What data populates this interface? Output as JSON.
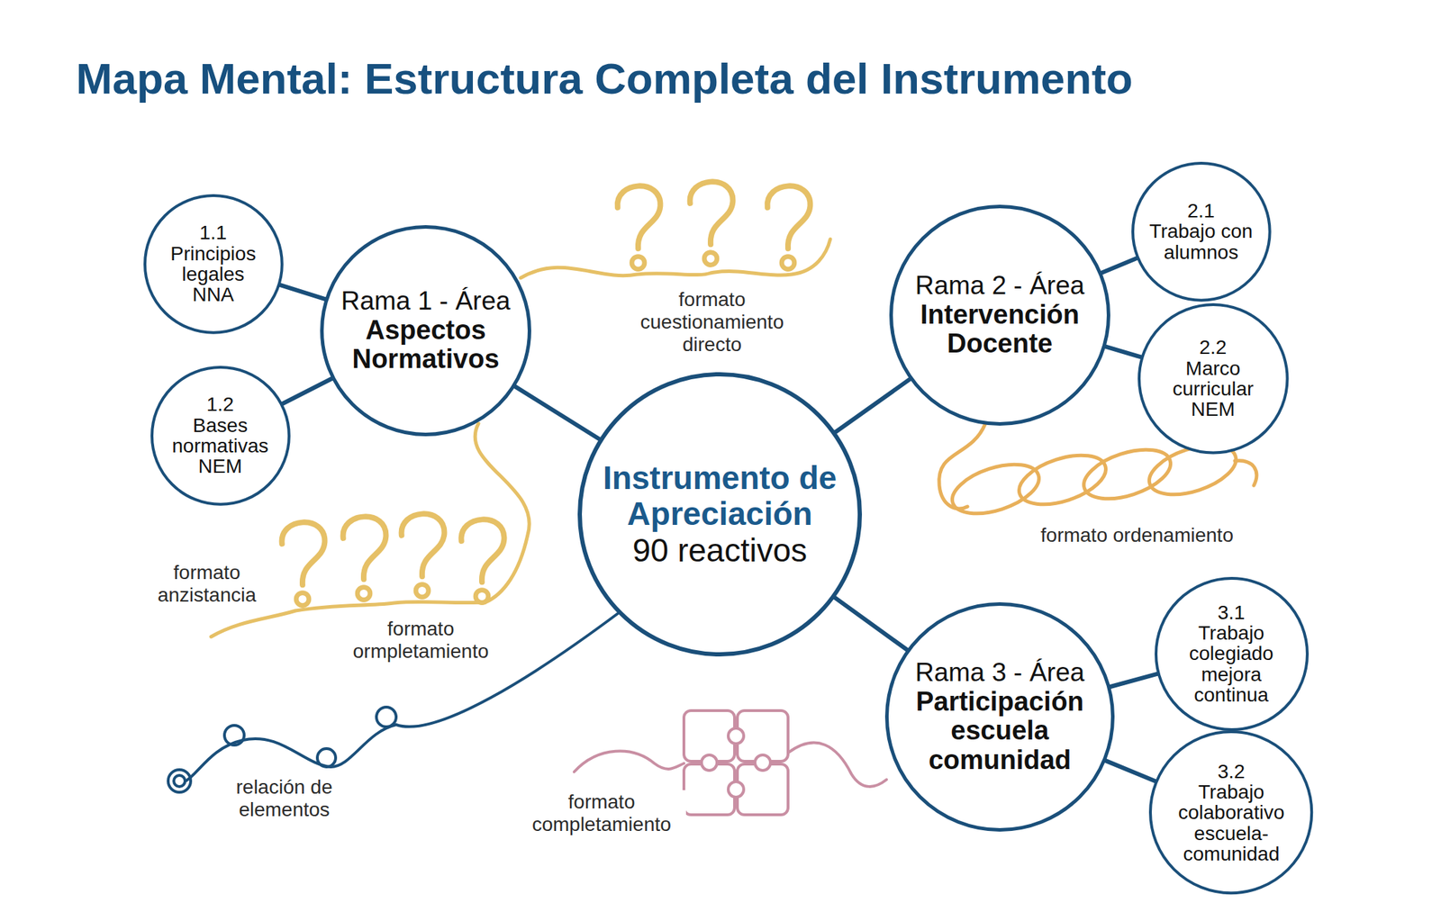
{
  "diagram": {
    "title": "Mapa Mental: Estructura Completa del Instrumento",
    "nodes": [
      {
        "text": [
          "Instrumento de Apreciación",
          "90 reactivos"
        ]
      },
      {
        "text": [
          "Rama 1 - Área",
          "Aspectos Normativos"
        ]
      },
      {
        "text": [
          "1.1",
          "Principios legales NNA"
        ]
      },
      {
        "text": [
          "1.2",
          "Bases normativas NEM"
        ]
      },
      {
        "text": [
          "Rama 2 - Área",
          "Intervención Docente"
        ]
      },
      {
        "text": [
          "2.1",
          "Trabajo con alumnos"
        ]
      },
      {
        "text": [
          "2.2",
          "Marco curricular NEM"
        ]
      },
      {
        "text": [
          "Rama 3 - Área",
          "Participación escuela comunidad"
        ]
      },
      {
        "text": [
          "3.1",
          "Trabajo colegiado mejora continua"
        ]
      },
      {
        "text": [
          "3.2",
          "Trabajo colaborativo escuela-comunidad"
        ]
      }
    ],
    "edges": [
      {
        "from": 0,
        "to": 1,
        "arrow": "none"
      },
      {
        "from": 1,
        "to": 2,
        "arrow": "none"
      },
      {
        "from": 1,
        "to": 3,
        "arrow": "none"
      },
      {
        "from": 0,
        "to": 4,
        "arrow": "none"
      },
      {
        "from": 4,
        "to": 5,
        "arrow": "none"
      },
      {
        "from": 4,
        "to": 6,
        "arrow": "none"
      },
      {
        "from": 0,
        "to": 7,
        "arrow": "none"
      },
      {
        "from": 7,
        "to": 8,
        "arrow": "none"
      },
      {
        "from": 7,
        "to": 9,
        "arrow": "none"
      }
    ],
    "labels": [
      "formato cuestionamiento directo",
      "formato ordenamiento",
      "formato anzistancia",
      "formato ormpletamiento",
      "relación de elementos",
      "formato completamiento"
    ]
  }
}
